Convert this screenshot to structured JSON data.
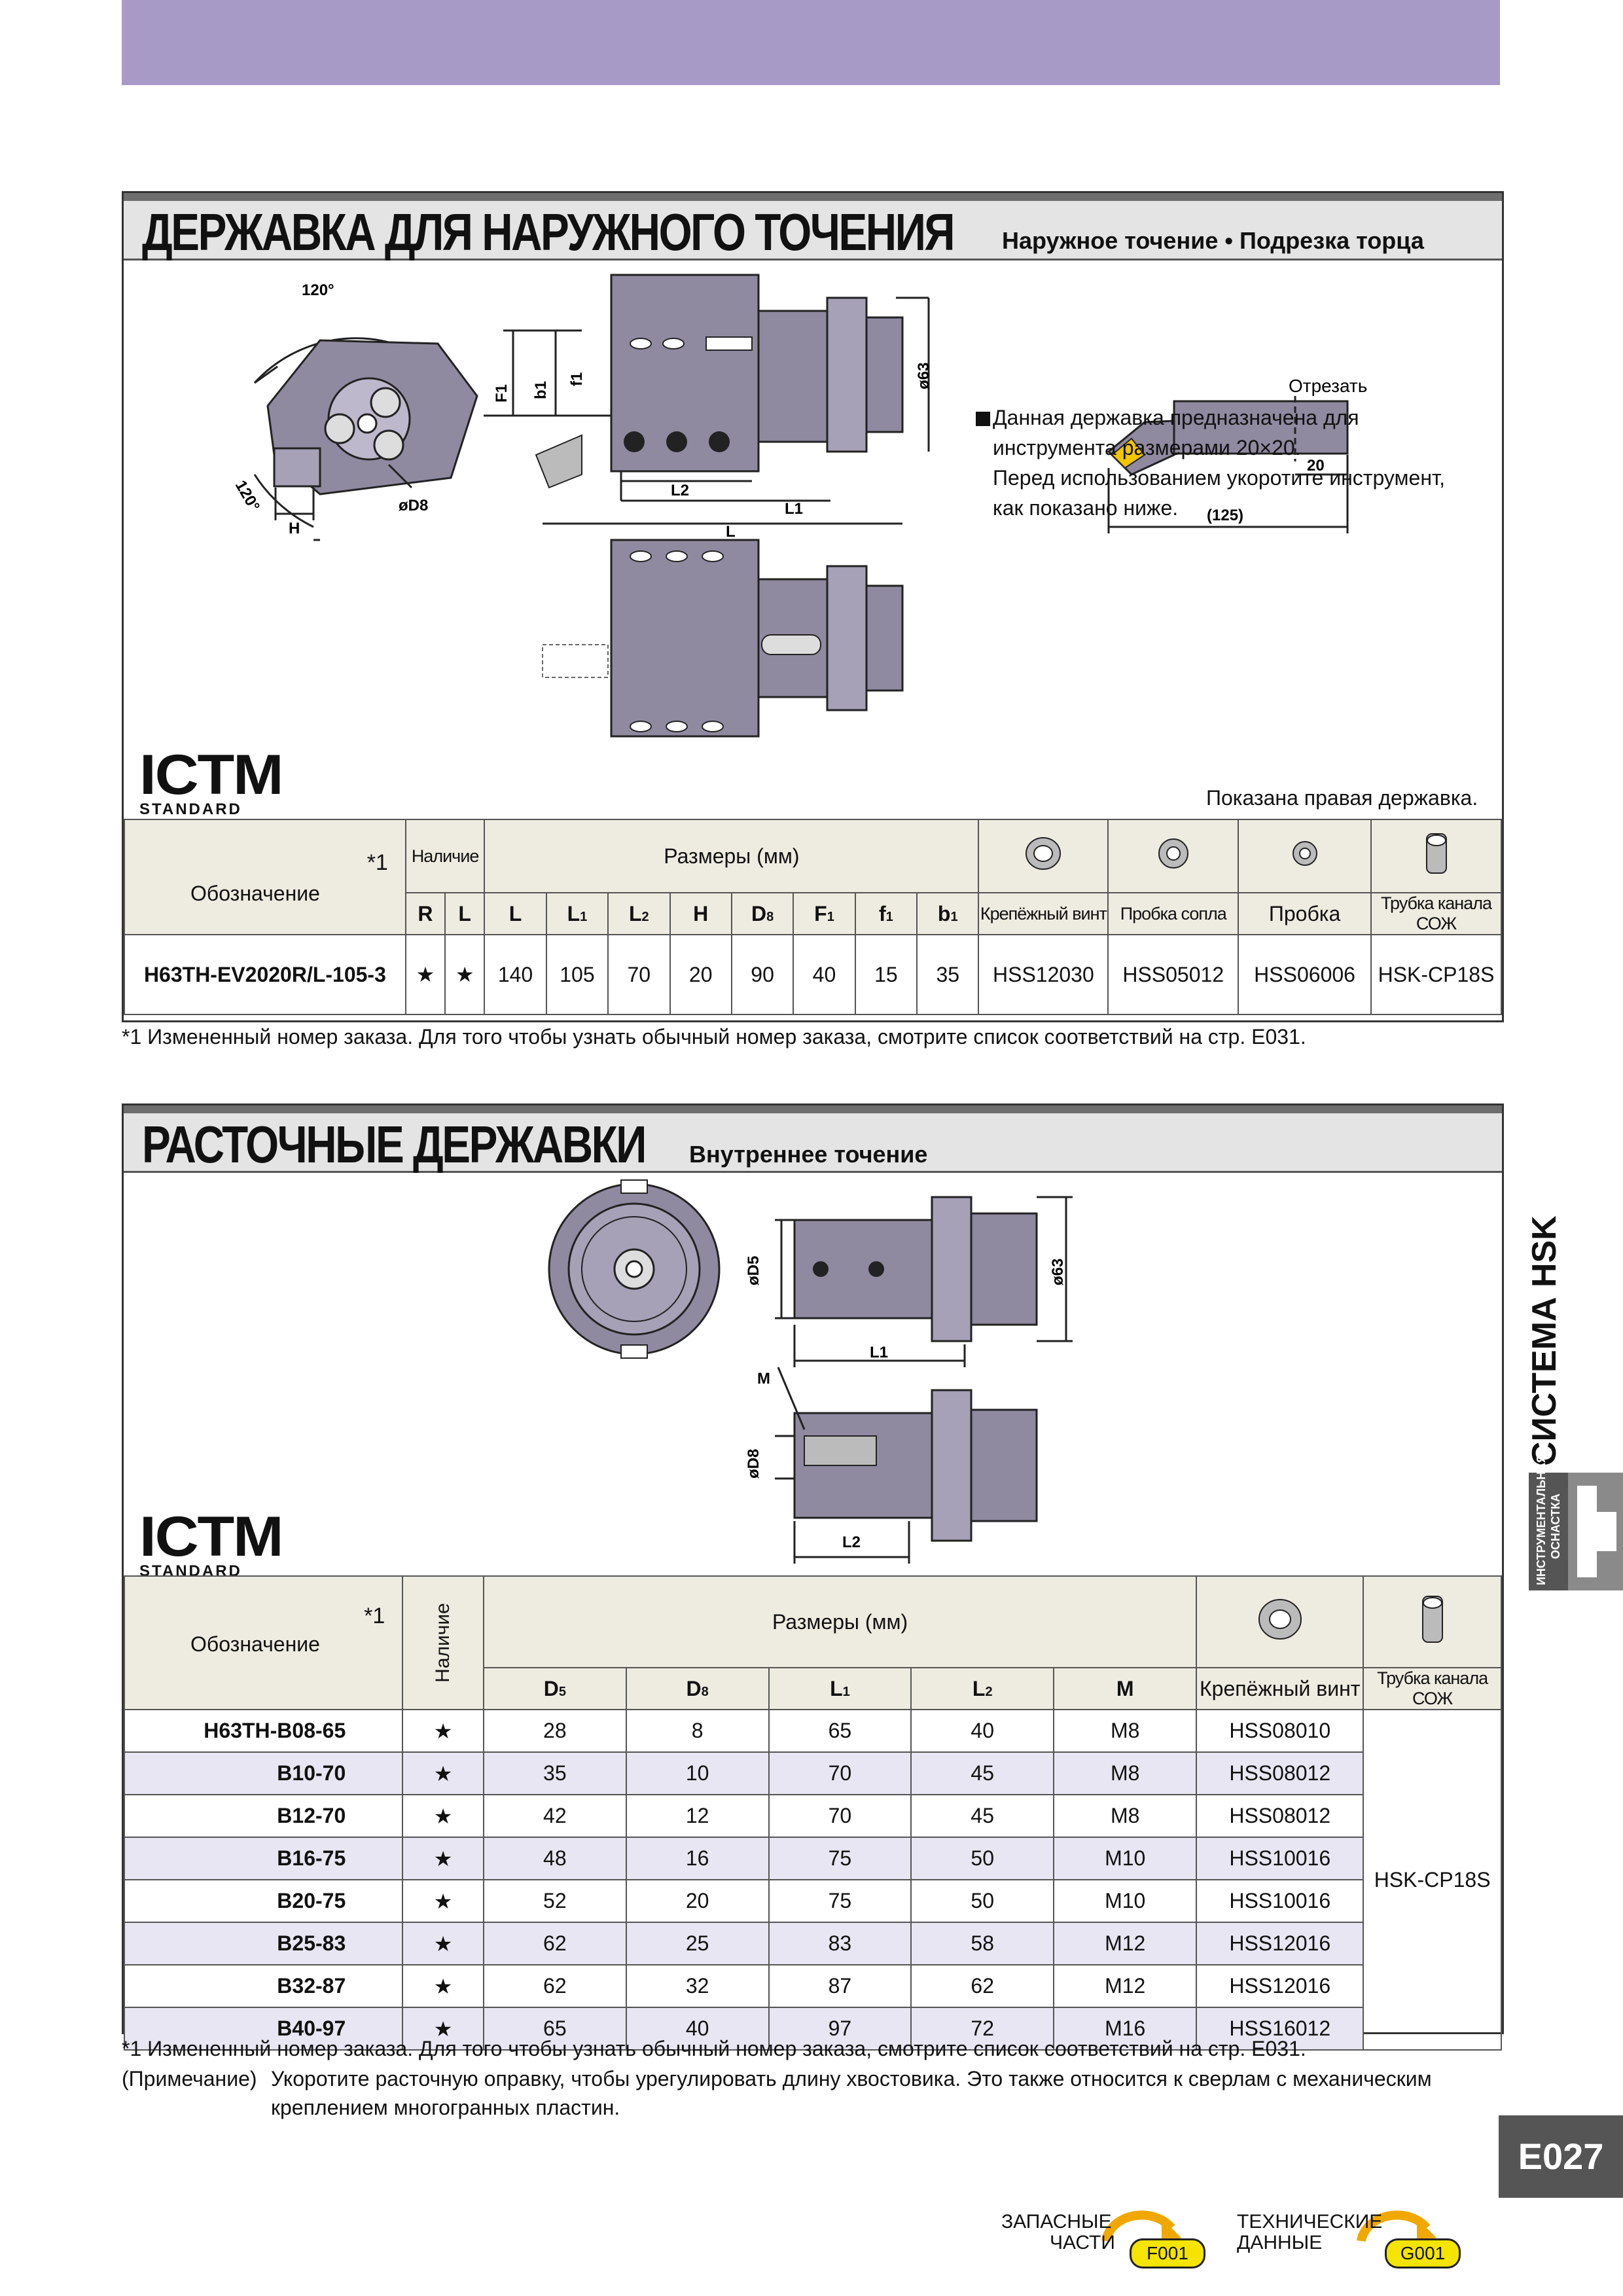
{
  "section1": {
    "title": "ДЕРЖАВКА ДЛЯ НАРУЖНОГО ТОЧЕНИЯ",
    "subtitle": "Наружное точение • Подрезка торца",
    "note_lines": [
      "Данная державка предназначена для",
      "инструмента размерами 20×20.",
      "Перед использованием укоротите инструмент,",
      "как показано ниже."
    ],
    "cut_label": "Отрезать",
    "cut_dim": "20",
    "total_dim": "(125)",
    "shown_caption": "Показана правая державка.",
    "drawing_labels": {
      "angle1": "120°",
      "angle2": "120°",
      "h": "H",
      "d8": "øD8",
      "f1": "f1",
      "b1": "b1",
      "F1": "F1",
      "L2": "L2",
      "L1": "L1",
      "L": "L",
      "d63": "ø63"
    },
    "table": {
      "designation_header": "Обозначение",
      "star_header": "*1",
      "availability_header": "Наличие",
      "dims_header": "Размеры (мм)",
      "avail_cols": [
        "R",
        "L"
      ],
      "dim_cols": [
        {
          "main": "L",
          "sub": ""
        },
        {
          "main": "L",
          "sub": "1"
        },
        {
          "main": "L",
          "sub": "2"
        },
        {
          "main": "H",
          "sub": ""
        },
        {
          "main": "D",
          "sub": "8"
        },
        {
          "main": "F",
          "sub": "1"
        },
        {
          "main": "f",
          "sub": "1"
        },
        {
          "main": "b",
          "sub": "1"
        }
      ],
      "part_cols": [
        "Крепёжный винт",
        "Пробка сопла",
        "Пробка",
        "Трубка канала СОЖ"
      ],
      "row": {
        "designation": "H63TH-EV2020R/L-105-3",
        "avail": [
          "★",
          "★"
        ],
        "dims": [
          "140",
          "105",
          "70",
          "20",
          "90",
          "40",
          "15",
          "35"
        ],
        "parts": [
          "HSS12030",
          "HSS05012",
          "HSS06006",
          "HSK-CP18S"
        ]
      }
    },
    "footnote": "*1 Измененный номер заказа. Для того чтобы узнать обычный номер заказа, смотрите список соответствий на стр. E031."
  },
  "section2": {
    "title": "РАСТОЧНЫЕ ДЕРЖАВКИ",
    "subtitle": "Внутреннее точение",
    "drawing_labels": {
      "d5": "øD5",
      "d63": "ø63",
      "L1": "L1",
      "M": "M",
      "d8": "øD8",
      "L2": "L2"
    },
    "table": {
      "designation_header": "Обозначение",
      "star_header": "*1",
      "availability_header": "Наличие",
      "dims_header": "Размеры (мм)",
      "dim_cols": [
        {
          "main": "D",
          "sub": "5"
        },
        {
          "main": "D",
          "sub": "8"
        },
        {
          "main": "L",
          "sub": "1"
        },
        {
          "main": "L",
          "sub": "2"
        },
        {
          "main": "M",
          "sub": ""
        }
      ],
      "part_cols": [
        "Крепёжный винт",
        "Трубка канала СОЖ"
      ],
      "coolant_tube": "HSK-CP18S",
      "rows": [
        {
          "designation": "H63TH-B08-65",
          "avail": "★",
          "dims": [
            "28",
            "8",
            "65",
            "40",
            "M8"
          ],
          "screw": "HSS08010"
        },
        {
          "designation": "B10-70",
          "avail": "★",
          "dims": [
            "35",
            "10",
            "70",
            "45",
            "M8"
          ],
          "screw": "HSS08012"
        },
        {
          "designation": "B12-70",
          "avail": "★",
          "dims": [
            "42",
            "12",
            "70",
            "45",
            "M8"
          ],
          "screw": "HSS08012"
        },
        {
          "designation": "B16-75",
          "avail": "★",
          "dims": [
            "48",
            "16",
            "75",
            "50",
            "M10"
          ],
          "screw": "HSS10016"
        },
        {
          "designation": "B20-75",
          "avail": "★",
          "dims": [
            "52",
            "20",
            "75",
            "50",
            "M10"
          ],
          "screw": "HSS10016"
        },
        {
          "designation": "B25-83",
          "avail": "★",
          "dims": [
            "62",
            "25",
            "83",
            "58",
            "M12"
          ],
          "screw": "HSS12016"
        },
        {
          "designation": "B32-87",
          "avail": "★",
          "dims": [
            "62",
            "32",
            "87",
            "62",
            "M12"
          ],
          "screw": "HSS12016"
        },
        {
          "designation": "B40-97",
          "avail": "★",
          "dims": [
            "65",
            "40",
            "97",
            "72",
            "M16"
          ],
          "screw": "HSS16012"
        }
      ]
    },
    "footnote": "*1 Измененный номер заказа. Для того чтобы узнать обычный номер заказа, смотрите список соответствий на стр. E031.",
    "remark_label": "(Примечание)",
    "remark_line1": "Укоротите расточную оправку, чтобы урегулировать длину хвостовика. Это также относится к сверлам с механическим",
    "remark_line2": "креплением многогранных пластин."
  },
  "logo": {
    "main": "ICTM",
    "sub": "STANDARD"
  },
  "side_tab": {
    "title": "СИСТЕМА HSK",
    "sub_line1": "ИНСТРУМЕНТАЛЬНАЯ",
    "sub_line2": "ОСНАСТКА"
  },
  "page_number": "E027",
  "footer": {
    "spare_label_1": "ЗАПАСНЫЕ",
    "spare_label_2": "ЧАСТИ",
    "spare_ref": "F001",
    "tech_label_1": "ТЕХНИЧЕСКИЕ",
    "tech_label_2": "ДАННЫЕ",
    "tech_ref": "G001"
  },
  "colors": {
    "top_bar": "#a79ac6",
    "header_fill": "#eeebe0",
    "ref_badge": "#f5e400",
    "arrow": "#f0a800",
    "page_num_bg": "#555555"
  }
}
